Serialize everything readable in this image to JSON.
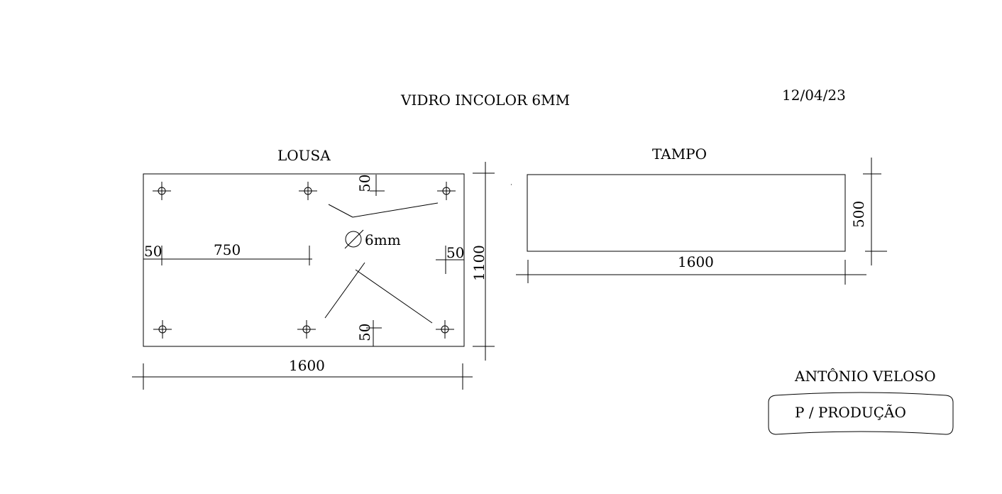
{
  "header": {
    "title": "VIDRO INCOLOR 6MM",
    "date": "12/04/23"
  },
  "lousa": {
    "label": "LOUSA",
    "width_dim": "1600",
    "height_dim": "1100",
    "offset_left": "50",
    "offset_right": "50",
    "offset_top": "50",
    "offset_bottom": "50",
    "spacing": "750",
    "hole_diameter": "6mm",
    "hole_symbol": "∅"
  },
  "tampo": {
    "label": "TAMPO",
    "width_dim": "1600",
    "height_dim": "500"
  },
  "footer": {
    "author": "ANTÔNIO VELOSO",
    "stamp": "P / PRODUÇÃO"
  }
}
